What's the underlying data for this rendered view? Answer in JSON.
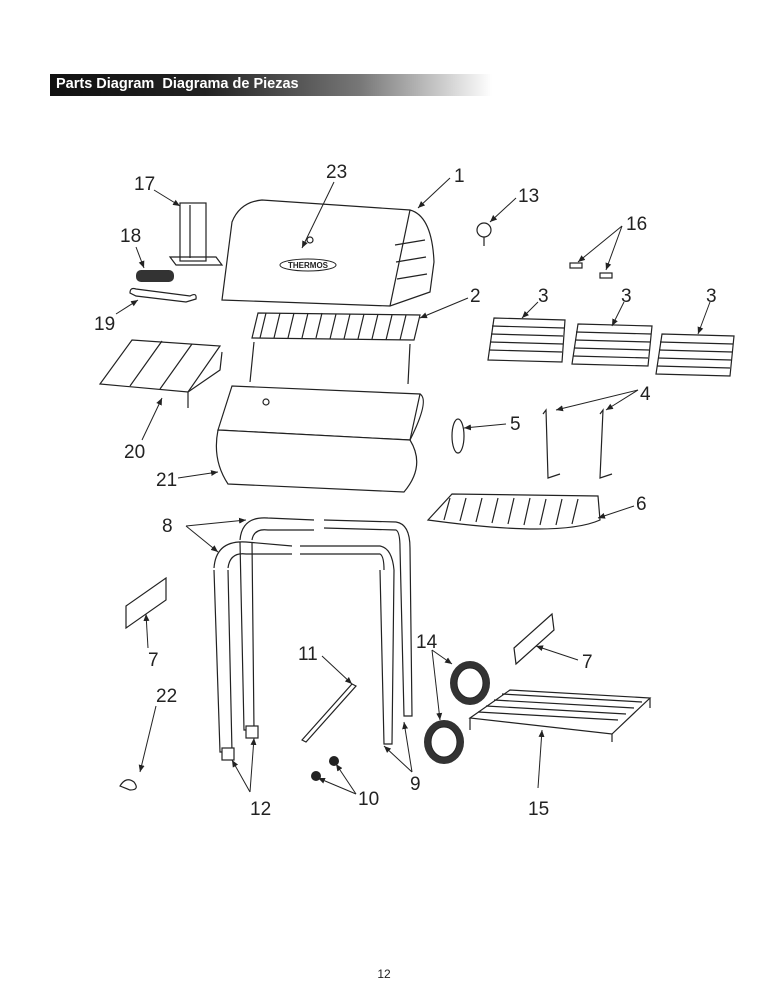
{
  "header": {
    "title": "Parts Diagram  Diagrama de Piezas"
  },
  "page_number": "12",
  "logo_text": "THERMOS",
  "callouts": [
    "17",
    "23",
    "1",
    "13",
    "16",
    "18",
    "2",
    "3",
    "3",
    "3",
    "19",
    "4",
    "5",
    "6",
    "20",
    "21",
    "8",
    "7",
    "7",
    "11",
    "14",
    "22",
    "9",
    "10",
    "12",
    "15"
  ]
}
